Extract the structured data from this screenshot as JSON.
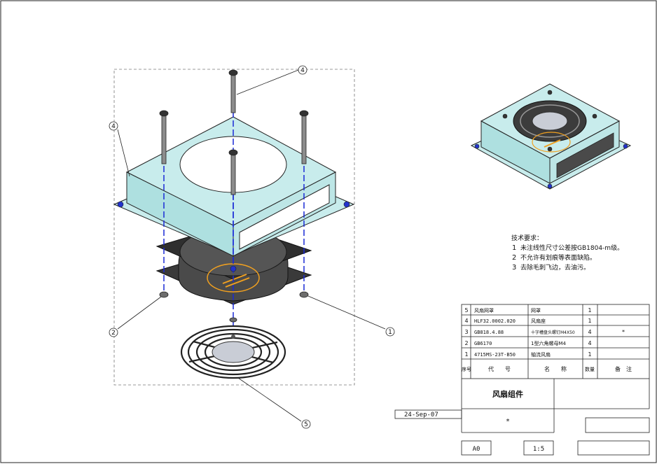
{
  "balloons": [
    "4",
    "4",
    "2",
    "1",
    "5"
  ],
  "tech_requirements": {
    "title": "技术要求：",
    "items": [
      {
        "num": "1",
        "text": "未注线性尺寸公差按GB1804-m级。"
      },
      {
        "num": "2",
        "text": "不允许有划痕等表面缺陷。"
      },
      {
        "num": "3",
        "text": "去除毛刺飞边，去油污。"
      }
    ]
  },
  "bom": {
    "rows": [
      {
        "no": "5",
        "code": "风扇网罩",
        "name": "网罩",
        "qty": "1",
        "note": ""
      },
      {
        "no": "4",
        "code": "HLF32.0002.020",
        "name": "风扇座",
        "qty": "1",
        "note": ""
      },
      {
        "no": "3",
        "code": "GB818.4.88",
        "name": "十字槽盘头螺钉M4X50",
        "qty": "4",
        "note": "*"
      },
      {
        "no": "2",
        "code": "GB6170",
        "name": "1型六角螺母M4",
        "qty": "4",
        "note": ""
      },
      {
        "no": "1",
        "code": "4715MS-23T-B50",
        "name": "轴流风扇",
        "qty": "1",
        "note": ""
      }
    ],
    "header": {
      "no": "序号",
      "code": "代　　号",
      "name": "名　　称",
      "qty": "数量",
      "note": "备　注"
    }
  },
  "title_block": {
    "title": "风扇组件",
    "date": "24-Sep-07",
    "material": "*",
    "sheet_code": "A0",
    "scale": "1:5"
  },
  "colors": {
    "part_fill": "#c8ecec",
    "fan_dark": "#3c3c3c",
    "highlight": "#f0a020",
    "centerline": "#1a2ad6"
  }
}
